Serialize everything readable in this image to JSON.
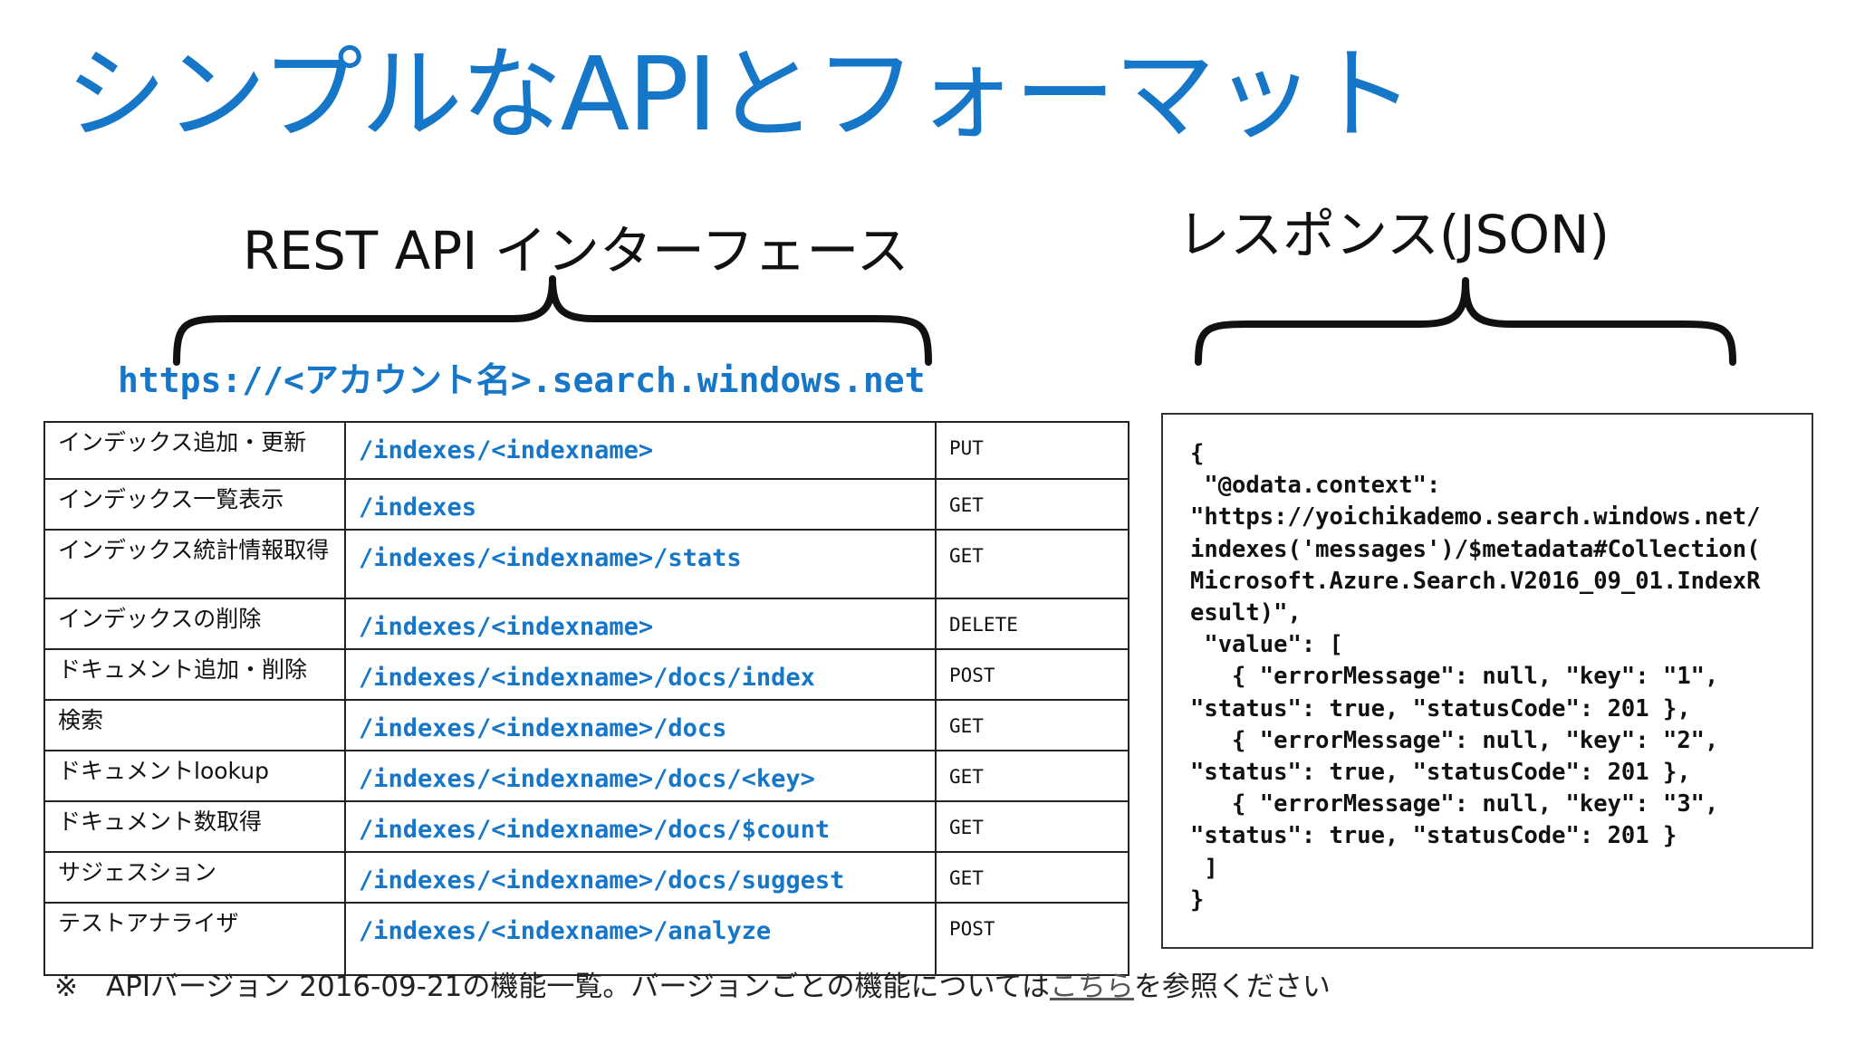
{
  "slide": {
    "title": "シンプルなAPIとフォーマット",
    "left_heading": "REST API インターフェース",
    "right_heading": "レスポンス(JSON)",
    "base_url": "https://<アカウント名>.search.windows.net",
    "colors": {
      "accent": "#1676c8",
      "text": "#111111",
      "border": "#222222"
    }
  },
  "api_table": {
    "rows": [
      {
        "operation": "インデックス追加・更新",
        "path": "/indexes/<indexname>",
        "method": "PUT"
      },
      {
        "operation": "インデックス一覧表示",
        "path": "/indexes",
        "method": "GET"
      },
      {
        "operation": "インデックス統計情報取得",
        "path": "/indexes/<indexname>/stats",
        "method": "GET"
      },
      {
        "operation": "インデックスの削除",
        "path": "/indexes/<indexname>",
        "method": "DELETE"
      },
      {
        "operation": "ドキュメント追加・削除",
        "path": "/indexes/<indexname>/docs/index",
        "method": "POST"
      },
      {
        "operation": "検索",
        "path": "/indexes/<indexname>/docs",
        "method": "GET"
      },
      {
        "operation": "ドキュメントlookup",
        "path": "/indexes/<indexname>/docs/<key>",
        "method": "GET"
      },
      {
        "operation": "ドキュメント数取得",
        "path": "/indexes/<indexname>/docs/$count",
        "method": "GET"
      },
      {
        "operation": "サジェスション",
        "path": "/indexes/<indexname>/docs/suggest",
        "method": "GET"
      },
      {
        "operation": "テストアナライザ",
        "path": "/indexes/<indexname>/analyze",
        "method": "POST"
      }
    ]
  },
  "json_response": {
    "text": "{\n \"@odata.context\":\n\"https://yoichikademo.search.windows.net/\nindexes('messages')/$metadata#Collection(\nMicrosoft.Azure.Search.V2016_09_01.IndexR\nesult)\",\n \"value\": [\n   { \"errorMessage\": null, \"key\": \"1\",\n\"status\": true, \"statusCode\": 201 },\n   { \"errorMessage\": null, \"key\": \"2\",\n\"status\": true, \"statusCode\": 201 },\n   { \"errorMessage\": null, \"key\": \"3\",\n\"status\": true, \"statusCode\": 201 }\n ]\n}"
  },
  "footnote": {
    "prefix": "※　APIバージョン 2016-09-21の機能一覧。バージョンごとの機能については",
    "link": "こちら",
    "suffix": "を参照ください"
  }
}
